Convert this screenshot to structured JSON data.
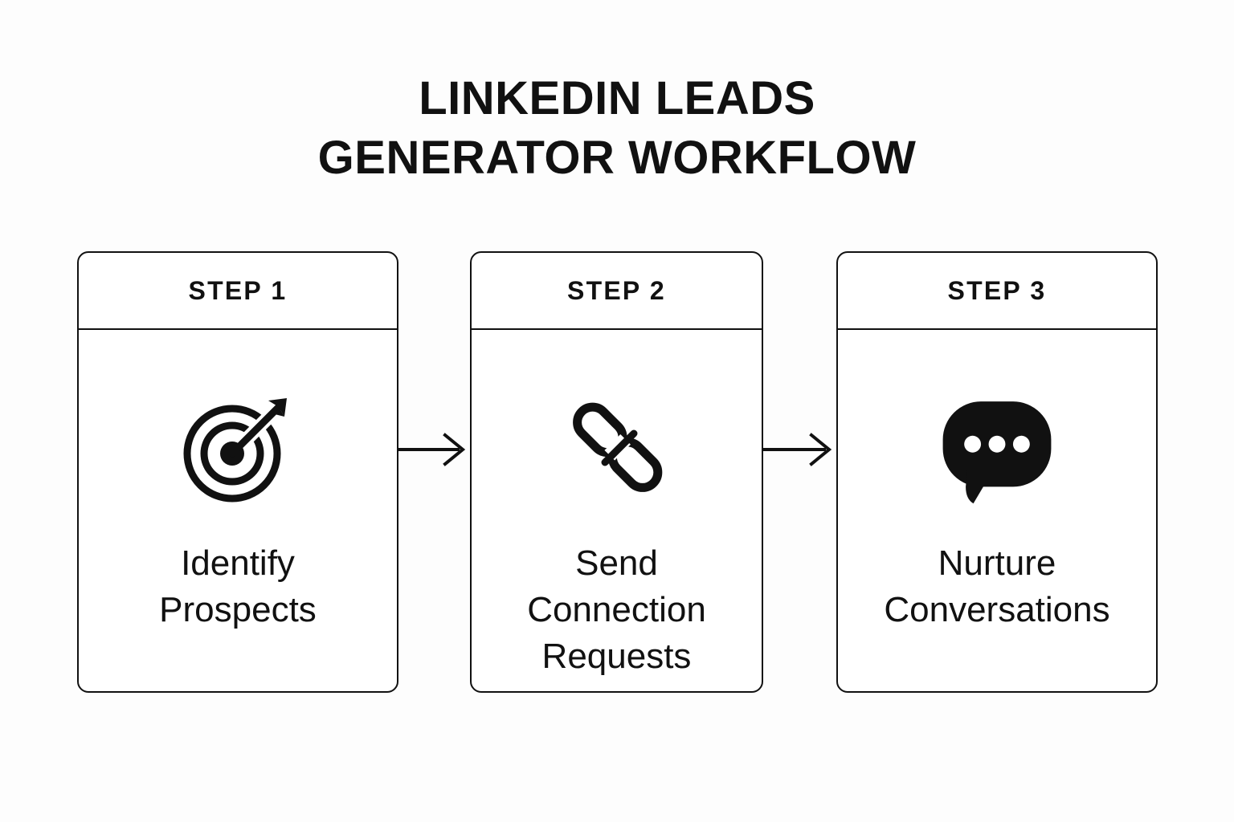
{
  "title": {
    "line1": "LINKEDIN LEADS",
    "line2": "GENERATOR WORKFLOW"
  },
  "colors": {
    "background": "#fdfdfd",
    "card_background": "#ffffff",
    "stroke": "#111111",
    "text": "#111111",
    "icon": "#111111"
  },
  "flow": {
    "steps": [
      {
        "step_label": "STEP 1",
        "icon": "target-arrow-icon",
        "caption": "Identify\nProspects",
        "caption_lines": [
          "Identify",
          "Prospects"
        ]
      },
      {
        "step_label": "STEP 2",
        "icon": "chain-link-icon",
        "caption": "Send\nConnection\nRequests",
        "caption_lines": [
          "Send",
          "Connection",
          "Requests"
        ]
      },
      {
        "step_label": "STEP 3",
        "icon": "chat-bubble-ellipsis-icon",
        "caption": "Nurture\nConversations",
        "caption_lines": [
          "Nurture",
          "Conversations"
        ]
      }
    ],
    "connectors": [
      {
        "icon": "arrow-right-icon",
        "from": "STEP 1",
        "to": "STEP 2"
      },
      {
        "icon": "arrow-right-icon",
        "from": "STEP 2",
        "to": "STEP 3"
      }
    ]
  }
}
